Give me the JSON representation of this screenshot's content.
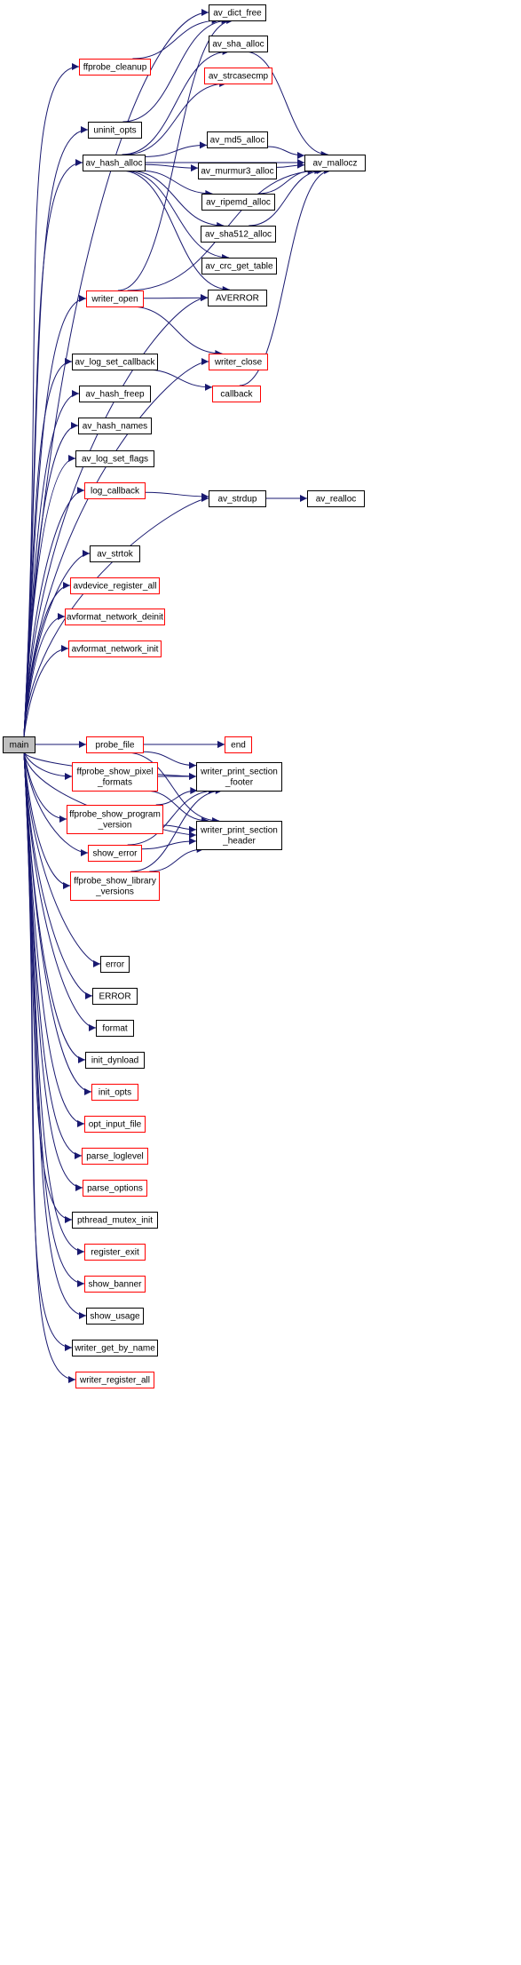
{
  "colors": {
    "edge": "#191970",
    "node_border_normal": "#000000",
    "node_border_linked": "#ff0000",
    "node_fill": "#ffffff",
    "root_fill": "#bfbfbf"
  },
  "nodes": [
    {
      "id": "main",
      "label": [
        "main"
      ],
      "root": true
    },
    {
      "id": "av_dict_free",
      "label": [
        "av_dict_free"
      ],
      "red": false
    },
    {
      "id": "ffprobe_cleanup",
      "label": [
        "ffprobe_cleanup"
      ],
      "red": true
    },
    {
      "id": "av_sha_alloc",
      "label": [
        "av_sha_alloc"
      ],
      "red": false
    },
    {
      "id": "av_strcasecmp",
      "label": [
        "av_strcasecmp"
      ],
      "red": true
    },
    {
      "id": "uninit_opts",
      "label": [
        "uninit_opts"
      ],
      "red": false
    },
    {
      "id": "av_md5_alloc",
      "label": [
        "av_md5_alloc"
      ],
      "red": false
    },
    {
      "id": "av_hash_alloc",
      "label": [
        "av_hash_alloc"
      ],
      "red": false
    },
    {
      "id": "av_murmur3_alloc",
      "label": [
        "av_murmur3_alloc"
      ],
      "red": false
    },
    {
      "id": "av_mallocz",
      "label": [
        "av_mallocz"
      ],
      "red": false
    },
    {
      "id": "av_ripemd_alloc",
      "label": [
        "av_ripemd_alloc"
      ],
      "red": false
    },
    {
      "id": "av_sha512_alloc",
      "label": [
        "av_sha512_alloc"
      ],
      "red": false
    },
    {
      "id": "av_crc_get_table",
      "label": [
        "av_crc_get_table"
      ],
      "red": false
    },
    {
      "id": "writer_open",
      "label": [
        "writer_open"
      ],
      "red": true
    },
    {
      "id": "AVERROR",
      "label": [
        "AVERROR"
      ],
      "red": false
    },
    {
      "id": "av_log_set_callback",
      "label": [
        "av_log_set_callback"
      ],
      "red": false
    },
    {
      "id": "writer_close",
      "label": [
        "writer_close"
      ],
      "red": true
    },
    {
      "id": "callback",
      "label": [
        "callback"
      ],
      "red": true
    },
    {
      "id": "av_hash_freep",
      "label": [
        "av_hash_freep"
      ],
      "red": false
    },
    {
      "id": "av_hash_names",
      "label": [
        "av_hash_names"
      ],
      "red": false
    },
    {
      "id": "av_log_set_flags",
      "label": [
        "av_log_set_flags"
      ],
      "red": false
    },
    {
      "id": "log_callback",
      "label": [
        "log_callback"
      ],
      "red": true
    },
    {
      "id": "av_strdup",
      "label": [
        "av_strdup"
      ],
      "red": false
    },
    {
      "id": "av_realloc",
      "label": [
        "av_realloc"
      ],
      "red": false
    },
    {
      "id": "av_strtok",
      "label": [
        "av_strtok"
      ],
      "red": false
    },
    {
      "id": "avdevice_register_all",
      "label": [
        "avdevice_register_all"
      ],
      "red": true
    },
    {
      "id": "avformat_network_deinit",
      "label": [
        "avformat_network_deinit"
      ],
      "red": true
    },
    {
      "id": "avformat_network_init",
      "label": [
        "avformat_network_init"
      ],
      "red": true
    },
    {
      "id": "probe_file",
      "label": [
        "probe_file"
      ],
      "red": true
    },
    {
      "id": "end",
      "label": [
        "end"
      ],
      "red": true
    },
    {
      "id": "ffprobe_show_pixel_formats",
      "label": [
        "ffprobe_show_pixel",
        "_formats"
      ],
      "red": true
    },
    {
      "id": "writer_print_section_footer",
      "label": [
        "writer_print_section",
        "_footer"
      ],
      "red": false
    },
    {
      "id": "ffprobe_show_program_version",
      "label": [
        "ffprobe_show_program",
        "_version"
      ],
      "red": true
    },
    {
      "id": "writer_print_section_header",
      "label": [
        "writer_print_section",
        "_header"
      ],
      "red": false
    },
    {
      "id": "show_error",
      "label": [
        "show_error"
      ],
      "red": true
    },
    {
      "id": "ffprobe_show_library_versions",
      "label": [
        "ffprobe_show_library",
        "_versions"
      ],
      "red": true
    },
    {
      "id": "error",
      "label": [
        "error"
      ],
      "red": false
    },
    {
      "id": "ERROR",
      "label": [
        "ERROR"
      ],
      "red": false
    },
    {
      "id": "format",
      "label": [
        "format"
      ],
      "red": false
    },
    {
      "id": "init_dynload",
      "label": [
        "init_dynload"
      ],
      "red": false
    },
    {
      "id": "init_opts",
      "label": [
        "init_opts"
      ],
      "red": true
    },
    {
      "id": "opt_input_file",
      "label": [
        "opt_input_file"
      ],
      "red": true
    },
    {
      "id": "parse_loglevel",
      "label": [
        "parse_loglevel"
      ],
      "red": true
    },
    {
      "id": "parse_options",
      "label": [
        "parse_options"
      ],
      "red": true
    },
    {
      "id": "pthread_mutex_init",
      "label": [
        "pthread_mutex_init"
      ],
      "red": false
    },
    {
      "id": "register_exit",
      "label": [
        "register_exit"
      ],
      "red": true
    },
    {
      "id": "show_banner",
      "label": [
        "show_banner"
      ],
      "red": true
    },
    {
      "id": "show_usage",
      "label": [
        "show_usage"
      ],
      "red": false
    },
    {
      "id": "writer_get_by_name",
      "label": [
        "writer_get_by_name"
      ],
      "red": false
    },
    {
      "id": "writer_register_all",
      "label": [
        "writer_register_all"
      ],
      "red": true
    }
  ],
  "edges": [
    [
      "main",
      "av_dict_free"
    ],
    [
      "main",
      "ffprobe_cleanup"
    ],
    [
      "main",
      "uninit_opts"
    ],
    [
      "main",
      "av_hash_alloc"
    ],
    [
      "main",
      "writer_open"
    ],
    [
      "main",
      "AVERROR"
    ],
    [
      "main",
      "writer_close"
    ],
    [
      "main",
      "av_log_set_callback"
    ],
    [
      "main",
      "av_hash_freep"
    ],
    [
      "main",
      "av_hash_names"
    ],
    [
      "main",
      "av_log_set_flags"
    ],
    [
      "main",
      "log_callback"
    ],
    [
      "main",
      "av_strdup"
    ],
    [
      "main",
      "av_strtok"
    ],
    [
      "main",
      "avdevice_register_all"
    ],
    [
      "main",
      "avformat_network_deinit"
    ],
    [
      "main",
      "avformat_network_init"
    ],
    [
      "main",
      "end"
    ],
    [
      "main",
      "probe_file"
    ],
    [
      "main",
      "writer_print_section_footer"
    ],
    [
      "main",
      "ffprobe_show_pixel_formats"
    ],
    [
      "main",
      "ffprobe_show_program_version"
    ],
    [
      "main",
      "show_error"
    ],
    [
      "main",
      "ffprobe_show_library_versions"
    ],
    [
      "main",
      "writer_print_section_header"
    ],
    [
      "main",
      "error"
    ],
    [
      "main",
      "ERROR"
    ],
    [
      "main",
      "format"
    ],
    [
      "main",
      "init_dynload"
    ],
    [
      "main",
      "init_opts"
    ],
    [
      "main",
      "opt_input_file"
    ],
    [
      "main",
      "parse_loglevel"
    ],
    [
      "main",
      "parse_options"
    ],
    [
      "main",
      "pthread_mutex_init"
    ],
    [
      "main",
      "register_exit"
    ],
    [
      "main",
      "show_banner"
    ],
    [
      "main",
      "show_usage"
    ],
    [
      "main",
      "writer_get_by_name"
    ],
    [
      "main",
      "writer_register_all"
    ],
    [
      "ffprobe_cleanup",
      "av_dict_free"
    ],
    [
      "uninit_opts",
      "av_dict_free"
    ],
    [
      "av_hash_alloc",
      "av_sha_alloc"
    ],
    [
      "av_hash_alloc",
      "av_strcasecmp"
    ],
    [
      "av_hash_alloc",
      "av_md5_alloc"
    ],
    [
      "av_hash_alloc",
      "av_mallocz"
    ],
    [
      "av_hash_alloc",
      "av_murmur3_alloc"
    ],
    [
      "av_hash_alloc",
      "av_ripemd_alloc"
    ],
    [
      "av_hash_alloc",
      "av_sha512_alloc"
    ],
    [
      "av_hash_alloc",
      "av_crc_get_table"
    ],
    [
      "av_hash_alloc",
      "AVERROR"
    ],
    [
      "av_sha_alloc",
      "av_mallocz"
    ],
    [
      "av_md5_alloc",
      "av_mallocz"
    ],
    [
      "av_murmur3_alloc",
      "av_mallocz"
    ],
    [
      "av_ripemd_alloc",
      "av_mallocz"
    ],
    [
      "av_sha512_alloc",
      "av_mallocz"
    ],
    [
      "writer_open",
      "av_dict_free"
    ],
    [
      "writer_open",
      "AVERROR"
    ],
    [
      "writer_open",
      "av_mallocz"
    ],
    [
      "writer_open",
      "writer_close"
    ],
    [
      "av_log_set_callback",
      "callback"
    ],
    [
      "callback",
      "av_mallocz"
    ],
    [
      "log_callback",
      "av_strdup"
    ],
    [
      "av_strdup",
      "av_realloc"
    ],
    [
      "probe_file",
      "end"
    ],
    [
      "probe_file",
      "writer_print_section_footer"
    ],
    [
      "probe_file",
      "writer_print_section_header"
    ],
    [
      "ffprobe_show_pixel_formats",
      "writer_print_section_footer"
    ],
    [
      "ffprobe_show_pixel_formats",
      "writer_print_section_header"
    ],
    [
      "ffprobe_show_program_version",
      "writer_print_section_footer"
    ],
    [
      "ffprobe_show_program_version",
      "writer_print_section_header"
    ],
    [
      "show_error",
      "writer_print_section_footer"
    ],
    [
      "show_error",
      "writer_print_section_header"
    ],
    [
      "ffprobe_show_library_versions",
      "writer_print_section_footer"
    ],
    [
      "ffprobe_show_library_versions",
      "writer_print_section_header"
    ]
  ]
}
